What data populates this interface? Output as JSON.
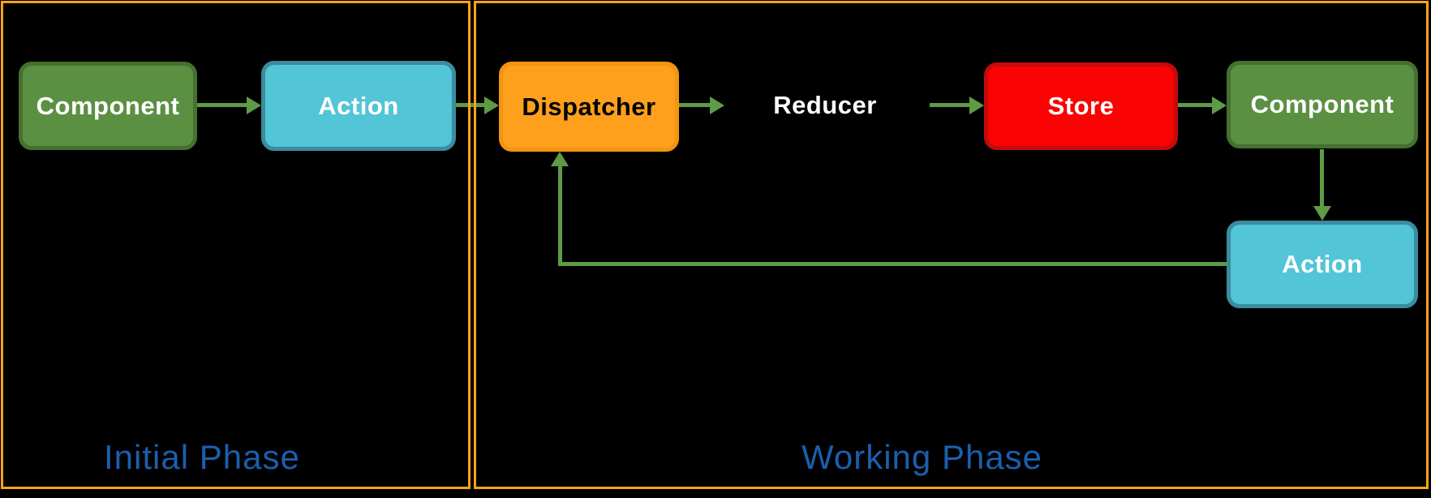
{
  "colors": {
    "background": "#000000",
    "panel_border": "#FFA319",
    "arrow_green": "#5E9B45",
    "green_fill": "#5B9043",
    "green_border": "#45702F",
    "cyan_fill": "#52C5D6",
    "cyan_border": "#3A8C9E",
    "orange_fill": "#FFA01C",
    "orange_border": "#F29511",
    "red_fill": "#FA0302",
    "red_border": "#C30B0B",
    "label_blue": "#1A5FAE",
    "node_text_light": "#FFFFFF",
    "node_text_dark": "#000000"
  },
  "panels": {
    "initial": {
      "label": "Initial Phase"
    },
    "working": {
      "label": "Working Phase"
    }
  },
  "nodes": {
    "component_left": {
      "label": "Component"
    },
    "action_left": {
      "label": "Action"
    },
    "dispatcher": {
      "label": "Dispatcher"
    },
    "reducer": {
      "label": "Reducer"
    },
    "store": {
      "label": "Store"
    },
    "component_right": {
      "label": "Component"
    },
    "action_right": {
      "label": "Action"
    }
  },
  "edges": [
    {
      "from": "Component",
      "to": "Action",
      "phase": "Initial Phase"
    },
    {
      "from": "Action",
      "to": "Dispatcher",
      "phase": "Initial Phase to Working Phase"
    },
    {
      "from": "Dispatcher",
      "to": "Reducer",
      "phase": "Working Phase"
    },
    {
      "from": "Reducer",
      "to": "Store",
      "phase": "Working Phase"
    },
    {
      "from": "Store",
      "to": "Component",
      "phase": "Working Phase"
    },
    {
      "from": "Component",
      "to": "Action",
      "phase": "Working Phase"
    },
    {
      "from": "Action",
      "to": "Dispatcher",
      "phase": "Working Phase (feedback loop)"
    }
  ]
}
